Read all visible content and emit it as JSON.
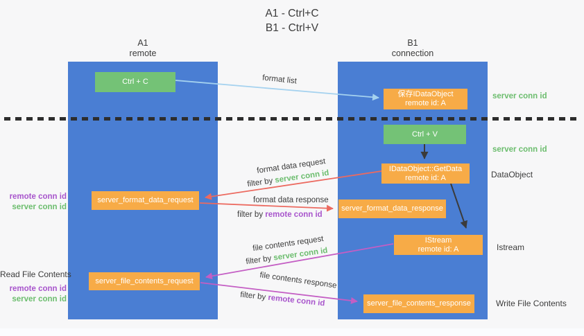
{
  "title": {
    "line1": "A1 - Ctrl+C",
    "line2": "B1 - Ctrl+V"
  },
  "lanes": {
    "left": {
      "header_line1": "A1",
      "header_line2": "remote"
    },
    "right": {
      "header_line1": "B1",
      "header_line2": "connection"
    }
  },
  "boxes": {
    "ctrl_c": {
      "label": "Ctrl + C"
    },
    "save_idataobject": {
      "line1": "保存IDataObject",
      "line2": "remote id: A"
    },
    "ctrl_v": {
      "label": "Ctrl + V"
    },
    "getdata": {
      "line1": "IDataObject::GetData",
      "line2": "remote id: A"
    },
    "server_format_data_request": {
      "label": "server_format_data_request"
    },
    "server_format_data_response": {
      "label": "server_format_data_response"
    },
    "istream": {
      "line1": "IStream",
      "line2": "remote id: A"
    },
    "server_file_contents_request": {
      "label": "server_file_contents_request"
    },
    "server_file_contents_response": {
      "label": "server_file_contents_response"
    }
  },
  "arrow_labels": {
    "format_list": "format list",
    "format_data_request": "format data request",
    "format_data_response": "format data response",
    "file_contents_request": "file contents request",
    "file_contents_response": "file contents response"
  },
  "filters": [
    {
      "prefix": "filter by ",
      "value": "server conn id"
    },
    {
      "prefix": "filter by ",
      "value": "remote conn id"
    },
    {
      "prefix": "filter by ",
      "value": "server conn id"
    },
    {
      "prefix": "filter by ",
      "value": "remote conn id"
    }
  ],
  "side_labels": {
    "right_server_conn_id_1": "server conn id",
    "right_server_conn_id_2": "server conn id",
    "dataobject": "DataObject",
    "istream": "Istream",
    "write_file_contents": "Write File Contents",
    "read_file_contents": "Read File Contents",
    "left1": {
      "remote": "remote conn id",
      "server": "server conn id"
    },
    "left2": {
      "remote": "remote conn id",
      "server": "server conn id"
    }
  },
  "colors": {
    "lane_blue": "#4a7ed3",
    "box_orange": "#f7ab47",
    "box_green": "#74c276",
    "text_green": "#6cbd6e",
    "text_purple": "#a855cc",
    "text_dark": "#3b3b3b",
    "arrow_light_blue": "#a5d2ef",
    "arrow_salmon": "#ec6a60",
    "arrow_magenta": "#c45ec4",
    "arrow_black": "#3b3b3b"
  }
}
